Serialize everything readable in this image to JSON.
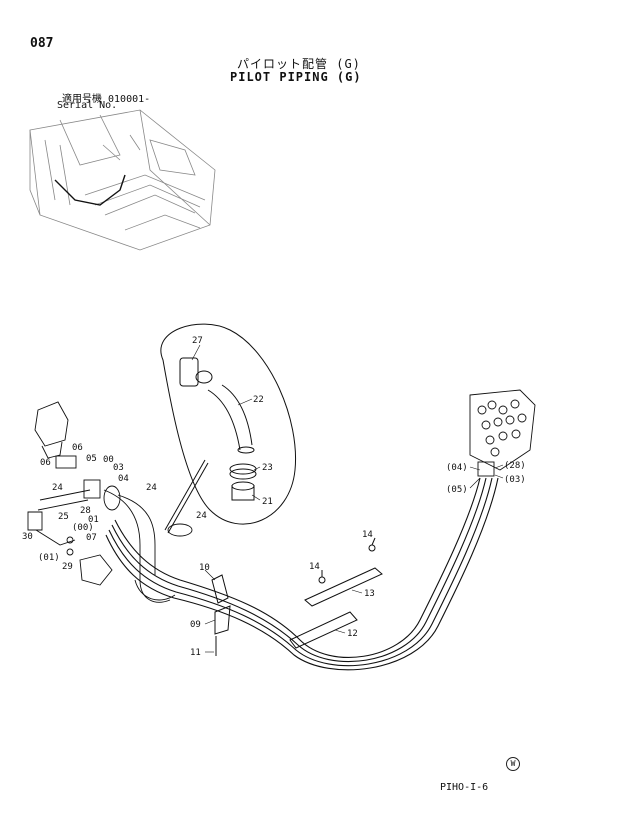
{
  "header": {
    "page_number": "087",
    "title_jp": "パイロット配管 (G)",
    "title_en": "PILOT PIPING (G)",
    "serial_label_jp": "適用号機 010001-",
    "serial_label_en": "Serial No."
  },
  "callouts": [
    "27",
    "22",
    "23",
    "21",
    "06",
    "06",
    "05",
    "00",
    "03",
    "04",
    "24",
    "24",
    "28",
    "01",
    "25",
    "30",
    "(00)",
    "07",
    "(01)",
    "29",
    "24",
    "10",
    "14",
    "14",
    "13",
    "09",
    "12",
    "11",
    "(04)",
    "(05)",
    "(28)",
    "(03)"
  ],
  "footer": {
    "code": "PIHO-I-6",
    "mark": "W"
  }
}
